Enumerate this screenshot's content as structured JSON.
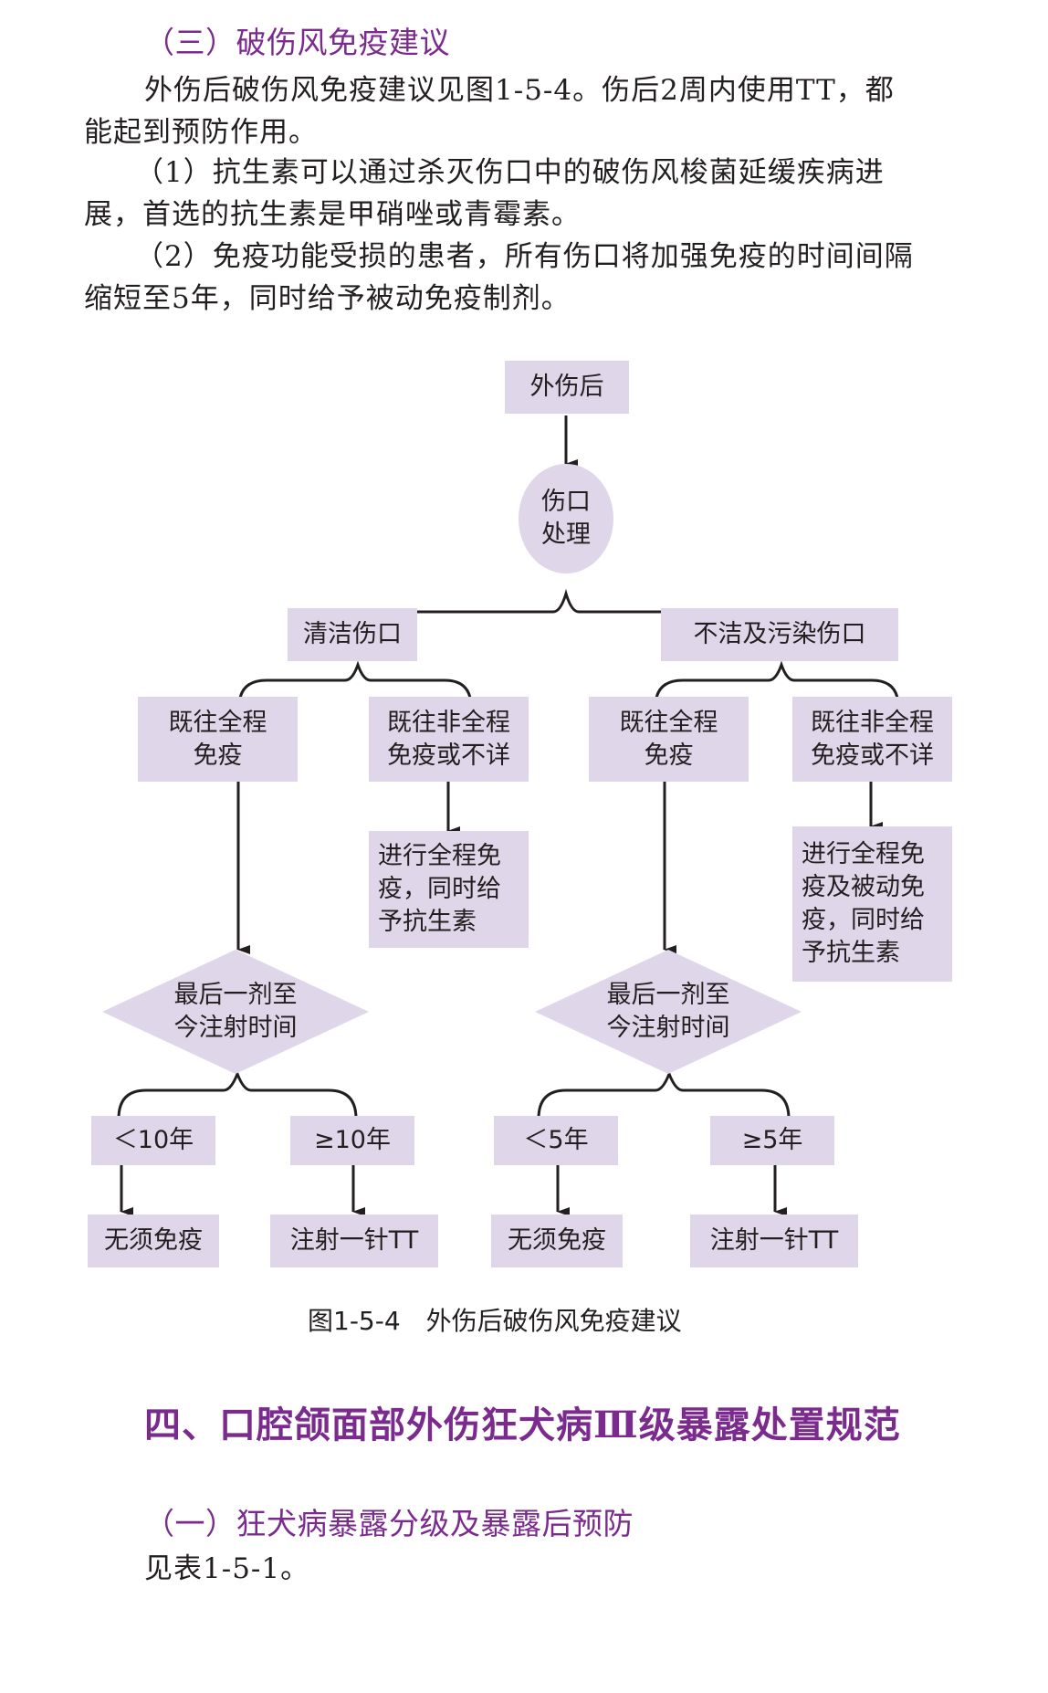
{
  "section_three": {
    "heading": "（三）破伤风免疫建议",
    "paragraphs": [
      {
        "lines": [
          "外伤后破伤风免疫建议见图1-5-4。伤后2周内使用TT，都",
          "能起到预防作用。"
        ]
      },
      {
        "lines": [
          "（1）抗生素可以通过杀灭伤口中的破伤风梭菌延缓疾病进",
          "展，首选的抗生素是甲硝唑或青霉素。"
        ]
      },
      {
        "lines": [
          "（2）免疫功能受损的患者，所有伤口将加强免疫的时间间隔",
          "缩短至5年，同时给予被动免疫制剂。"
        ]
      }
    ]
  },
  "flowchart": {
    "start": "外伤后",
    "wound_care": "伤口\n处理",
    "clean_wound": {
      "label": "清洁伤口",
      "full_immunized": "既往全程\n免疫",
      "not_full_immunized": "既往非全程\n免疫或不详",
      "not_full_action": "进行全程免\n疫，同时给\n予抗生素",
      "decision": "最后一剂至\n今注射时间",
      "short_interval": "＜10年",
      "long_interval": "≥10年",
      "short_action": "无须免疫",
      "long_action": "注射一针TT"
    },
    "dirty_wound": {
      "label": "不洁及污染伤口",
      "full_immunized": "既往全程\n免疫",
      "not_full_immunized": "既往非全程\n免疫或不详",
      "not_full_action": "进行全程免\n疫及被动免\n疫，同时给\n予抗生素",
      "decision": "最后一剂至\n今注射时间",
      "short_interval": "＜5年",
      "long_interval": "≥5年",
      "short_action": "无须免疫",
      "long_action": "注射一针TT"
    },
    "caption": "图1-5-4　外伤后破伤风免疫建议"
  },
  "section_four": {
    "heading": "四、口腔颌面部外伤狂犬病Ⅲ级暴露处置规范",
    "subheading": "（一）狂犬病暴露分级及暴露后预防",
    "body": "见表1-5-1。"
  },
  "colors": {
    "heading_purple": "#7b2a8e",
    "node_fill": "#e0d6e9",
    "text": "#231f20",
    "connector": "#231f20"
  }
}
